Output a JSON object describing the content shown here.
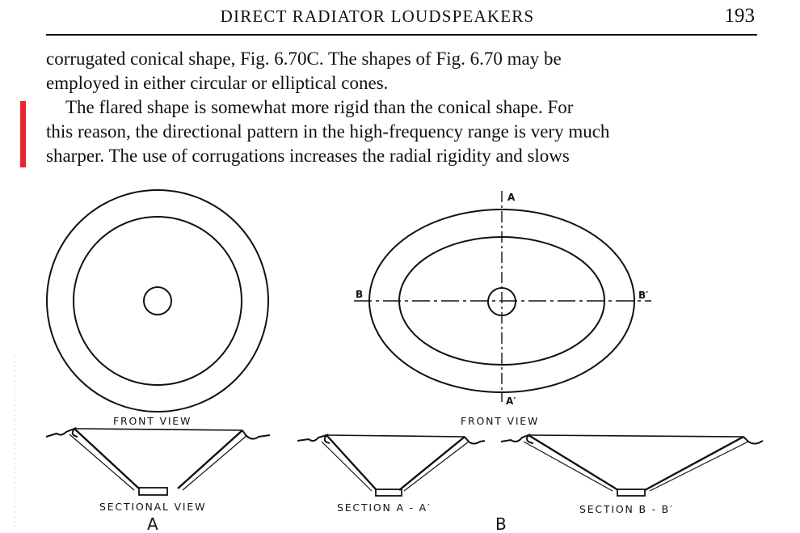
{
  "header": {
    "running_title": "DIRECT RADIATOR LOUDSPEAKERS",
    "page_number": "193"
  },
  "body": {
    "paragraph_1_line_1": "corrugated conical shape, Fig. 6.70C. The shapes of Fig. 6.70 may be",
    "paragraph_1_line_2": "employed in either circular or elliptical cones.",
    "paragraph_2_line_1": "The flared shape is somewhat more rigid than the conical shape. For",
    "paragraph_2_line_2": "this reason, the directional pattern in the high-frequency range is very much",
    "paragraph_2_line_3": "sharper. The use of corrugations increases the radial rigidity and slows"
  },
  "figure": {
    "part_a": {
      "front_view_label": "FRONT VIEW",
      "sectional_view_label": "SECTIONAL VIEW",
      "letter": "A"
    },
    "part_b": {
      "front_view_label": "FRONT VIEW",
      "section_aa_label": "SECTION A - A′",
      "section_bb_label": "SECTION B - B′",
      "letter": "B",
      "axis_a": "A",
      "axis_a_prime": "A′",
      "axis_b": "B",
      "axis_b_prime": "B′"
    }
  },
  "colors": {
    "ink": "#111111",
    "change_bar": "#e8262f"
  }
}
